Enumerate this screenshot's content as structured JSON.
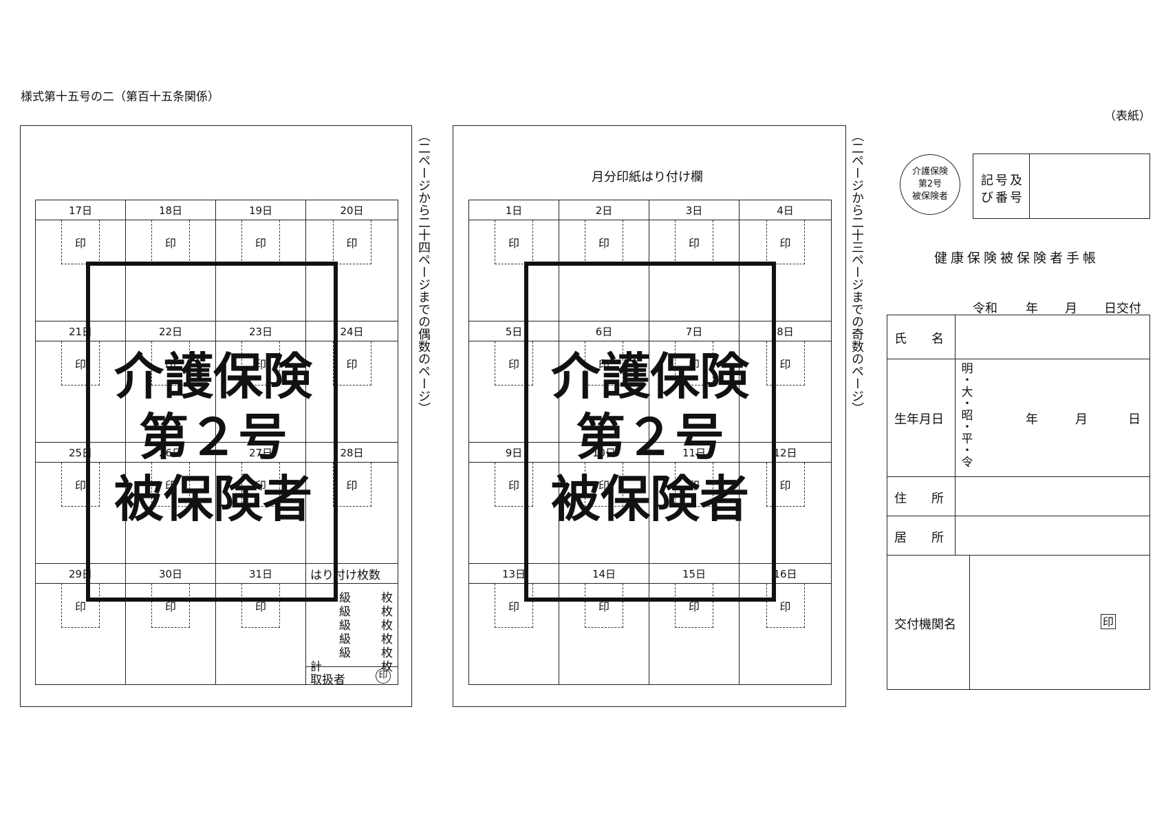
{
  "form_title": "様式第十五号の二（第百十五条関係）",
  "cover_label": "（表紙）",
  "left_page": {
    "side_note": "（二ページから二十四ページまでの偶数のページ）",
    "rows": [
      [
        "17日",
        "18日",
        "19日",
        "20日"
      ],
      [
        "21日",
        "22日",
        "23日",
        "24日"
      ],
      [
        "25日",
        "26日",
        "27日",
        "28日"
      ],
      [
        "29日",
        "30日",
        "31日"
      ]
    ],
    "stamp_label": "印",
    "count_header": "はり付け枚数",
    "count_rows": [
      {
        "k": "級",
        "v": "枚"
      },
      {
        "k": "級",
        "v": "枚"
      },
      {
        "k": "級",
        "v": "枚"
      },
      {
        "k": "級",
        "v": "枚"
      },
      {
        "k": "級",
        "v": "枚"
      }
    ],
    "total_label": "計",
    "total_unit": "枚",
    "handler_label": "取扱者",
    "handler_seal": "印"
  },
  "mid_page": {
    "header": "月分印紙はり付け欄",
    "side_note": "（二ページから二十三ページまでの奇数のページ）",
    "rows": [
      [
        "1日",
        "2日",
        "3日",
        "4日"
      ],
      [
        "5日",
        "6日",
        "7日",
        "8日"
      ],
      [
        "9日",
        "10日",
        "11日",
        "12日"
      ],
      [
        "13日",
        "14日",
        "15日",
        "16日"
      ]
    ],
    "stamp_label": "印"
  },
  "overlay": {
    "line1": "介護保険",
    "line2": "第２号",
    "line3": "被保険者"
  },
  "cover": {
    "small_seal": [
      "介護保険",
      "第2号",
      "被保険者"
    ],
    "number_label_1": "記号及",
    "number_label_2": "び番号",
    "book_title": "健康保険被保険者手帳",
    "issue_date": [
      "令和",
      "年",
      "月",
      "日交付"
    ],
    "name_label": "氏　　名",
    "birth_label": "生年月日",
    "eras": [
      "明",
      "・",
      "大",
      "・",
      "昭",
      "・",
      "平",
      "・",
      "令"
    ],
    "birth_year": "年",
    "birth_month": "月",
    "birth_day": "日",
    "address_label": "住　　所",
    "residence_label": "居　　所",
    "issuer_label": "交付機関名",
    "issuer_seal": "印"
  }
}
